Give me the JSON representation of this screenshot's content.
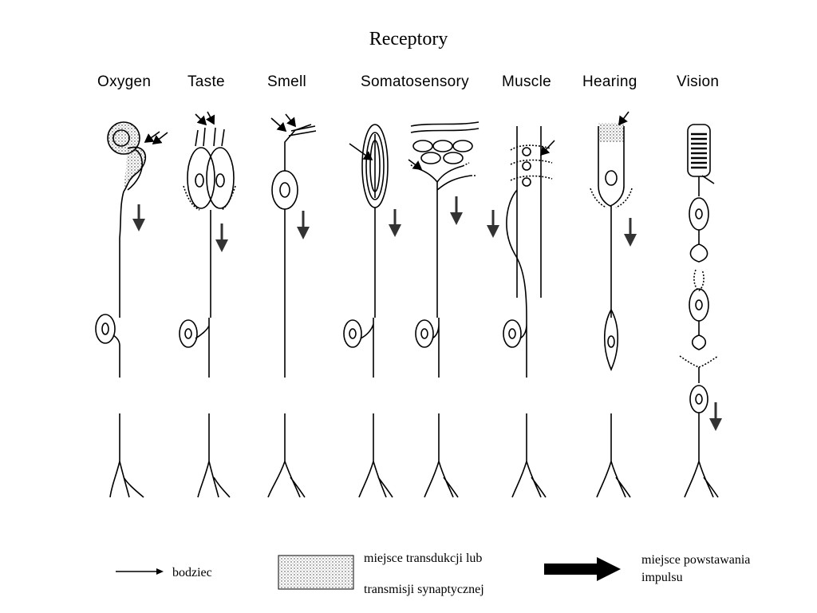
{
  "title": "Receptory",
  "columns": [
    {
      "id": "oxygen",
      "label": "Oxygen"
    },
    {
      "id": "taste",
      "label": "Taste"
    },
    {
      "id": "smell",
      "label": "Smell"
    },
    {
      "id": "somatosensory",
      "label": "Somatosensory"
    },
    {
      "id": "muscle",
      "label": "Muscle"
    },
    {
      "id": "hearing",
      "label": "Hearing"
    },
    {
      "id": "vision",
      "label": "Vision"
    }
  ],
  "legend": {
    "stimulus": "bodziec",
    "transduction_line1": "miejsce transdukcji lub",
    "transduction_line2": "transmisji synaptycznej",
    "impulse_line1": "miejsce powstawania",
    "impulse_line2": "impulsu"
  }
}
